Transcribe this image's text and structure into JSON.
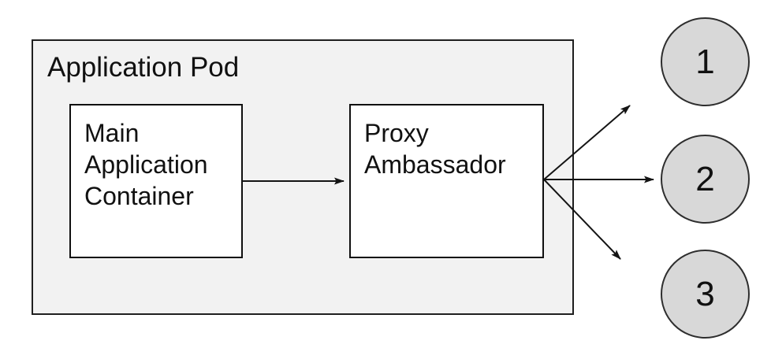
{
  "diagram": {
    "pod_label": "Application Pod",
    "nodes": [
      {
        "id": "main-application-container",
        "label": "Main Application Container"
      },
      {
        "id": "proxy-ambassador",
        "label": "Proxy Ambassador"
      }
    ],
    "endpoints": [
      {
        "label": "1"
      },
      {
        "label": "2"
      },
      {
        "label": "3"
      }
    ],
    "connections": [
      {
        "from": "main-application-container",
        "to": "proxy-ambassador"
      },
      {
        "from": "proxy-ambassador",
        "to": "1"
      },
      {
        "from": "proxy-ambassador",
        "to": "2"
      },
      {
        "from": "proxy-ambassador",
        "to": "3"
      }
    ],
    "colors": {
      "pod_fill": "#f2f2f2",
      "pod_border": "#1f1f1f",
      "node_fill": "#ffffff",
      "node_border": "#101010",
      "endpoint_fill": "#d8d8d8",
      "endpoint_border": "#2e2e2e",
      "arrow": "#141414"
    }
  }
}
